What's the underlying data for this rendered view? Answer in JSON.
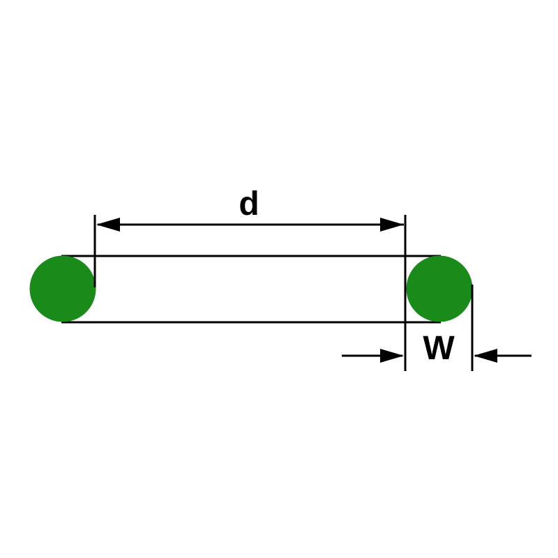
{
  "diagram": {
    "type": "o-ring-dimension-drawing",
    "labels": {
      "inner_diameter": "d",
      "cross_section_width": "W"
    },
    "colors": {
      "ring_cross_section": "#1a8a1a",
      "line": "#000000",
      "background": "#ffffff"
    }
  }
}
